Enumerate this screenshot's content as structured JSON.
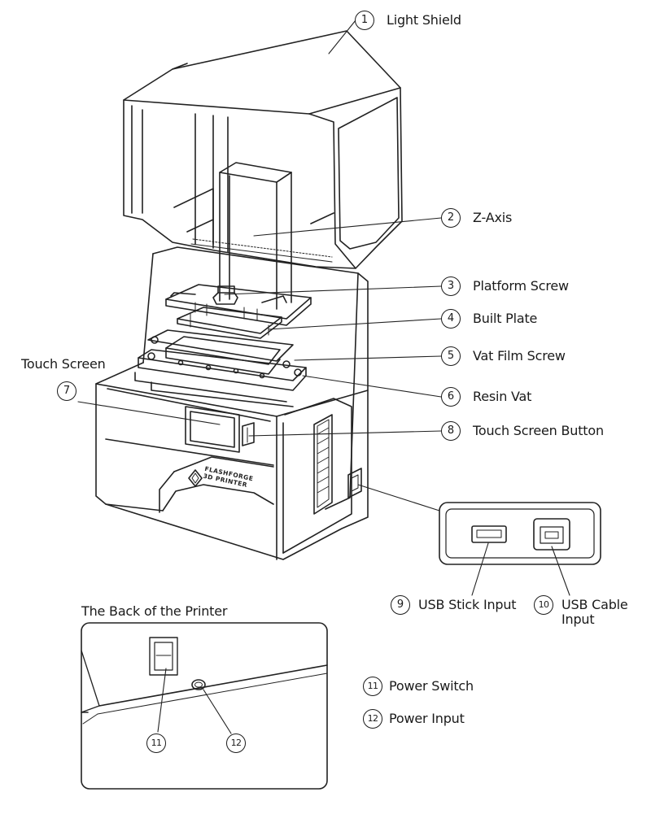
{
  "callouts": [
    {
      "n": "1",
      "label": "Light Shield"
    },
    {
      "n": "2",
      "label": "Z-Axis"
    },
    {
      "n": "3",
      "label": "Platform Screw"
    },
    {
      "n": "4",
      "label": "Built Plate"
    },
    {
      "n": "5",
      "label": "Vat Film Screw"
    },
    {
      "n": "6",
      "label": "Resin Vat"
    },
    {
      "n": "7",
      "label": "Touch Screen"
    },
    {
      "n": "8",
      "label": "Touch Screen Button"
    },
    {
      "n": "9",
      "label": "USB Stick Input"
    },
    {
      "n": "10",
      "label": "USB Cable Input"
    },
    {
      "n": "11",
      "label": "Power Switch"
    },
    {
      "n": "12",
      "label": "Power Input"
    }
  ],
  "back_panel_title": "The Back of the Printer",
  "brand": {
    "line1": "FLASHFORGE",
    "line2": "3D PRINTER"
  }
}
